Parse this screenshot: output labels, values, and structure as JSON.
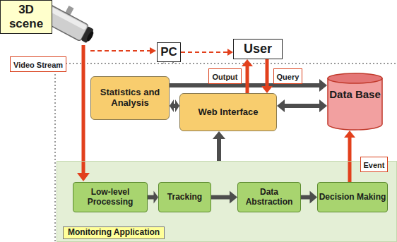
{
  "diagram": {
    "nodes": [
      {
        "text": [
          "3D scene"
        ]
      },
      {
        "text": [
          "PC"
        ]
      },
      {
        "text": [
          "User"
        ]
      },
      {
        "text": [
          "Statistics and Analysis"
        ]
      },
      {
        "text": [
          "Web Interface"
        ]
      },
      {
        "text": [
          "Data Base"
        ]
      },
      {
        "text": [
          "Monitoring Application"
        ]
      },
      {
        "text": [
          "Low-level Processing"
        ],
        "in": 6
      },
      {
        "text": [
          "Tracking"
        ],
        "in": 6
      },
      {
        "text": [
          "Data Abstraction"
        ],
        "in": 6
      },
      {
        "text": [
          "Decision Making"
        ],
        "in": 6
      }
    ],
    "edges": [
      {
        "from": 7,
        "to": 8,
        "arrow": "to"
      },
      {
        "from": 8,
        "to": 9,
        "arrow": "to"
      },
      {
        "from": 9,
        "to": 10,
        "arrow": "to"
      },
      {
        "from": 10,
        "to": 5,
        "label": "Event",
        "arrow": "to"
      },
      {
        "from": 4,
        "to": 2,
        "label": "Output",
        "arrow": "to"
      },
      {
        "from": 2,
        "to": 4,
        "label": "Query",
        "arrow": "to"
      },
      {
        "from": 3,
        "to": 4,
        "arrow": "both"
      },
      {
        "from": 4,
        "to": 5,
        "arrow": "both"
      },
      {
        "from": 3,
        "to": 5,
        "arrow": "to"
      },
      {
        "from": 6,
        "to": 4,
        "arrow": "to"
      },
      {
        "from": 1,
        "to": 2,
        "arrow": "to"
      }
    ],
    "labels": [
      "Video Stream"
    ]
  }
}
